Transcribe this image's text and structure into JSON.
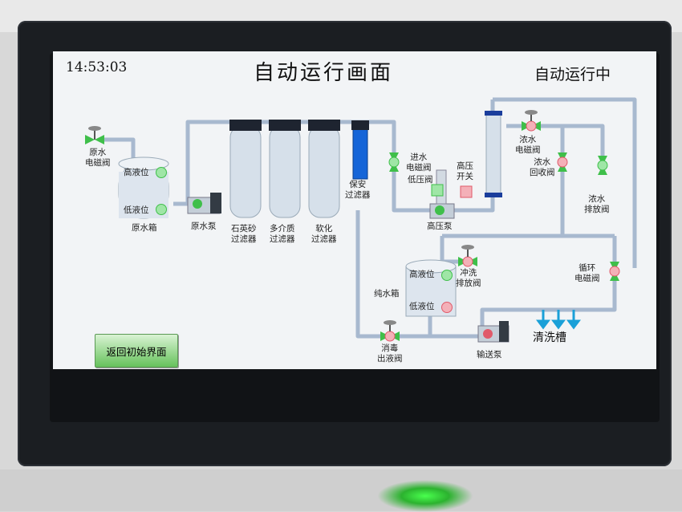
{
  "clock": "14:53:03",
  "title": "自动运行画面",
  "run_status": "自动运行中",
  "back_button": "返回初始界面",
  "tank_raw": {
    "name": "原水箱",
    "high": "高液位",
    "low": "低液位"
  },
  "tank_pure": {
    "name": "纯水箱",
    "high": "高液位",
    "low": "低液位"
  },
  "raw_valve": "原水\n电磁阀",
  "raw_pump": "原水泵",
  "filters": [
    {
      "label": "石英砂\n过滤器"
    },
    {
      "label": "多介质\n过滤器"
    },
    {
      "label": "软化\n过滤器"
    },
    {
      "label": "保安\n过滤器"
    }
  ],
  "inlet_valve": "进水\n电磁阀",
  "low_pressure_switch": "低压阀",
  "high_pressure_switch": "高压\n开关",
  "high_pressure_pump": "高压泵",
  "conc_valve": "浓水\n电磁阀",
  "conc_return_valve": "浓水\n回收阀",
  "conc_discharge_valve": "浓水\n排放阀",
  "flush_valve": "冲洗\n排放阀",
  "circ_valve": "循环\n电磁阀",
  "sterile_valve": "消毒\n出液阀",
  "transfer_pump": "输送泵",
  "clean_tank": "清洗槽",
  "colors": {
    "pipe": "#a8b9cf",
    "valve_on": "#3fbf4a",
    "valve_off": "#e05a6a",
    "filter_blue": "#1565d8",
    "button": "#66c25c"
  }
}
